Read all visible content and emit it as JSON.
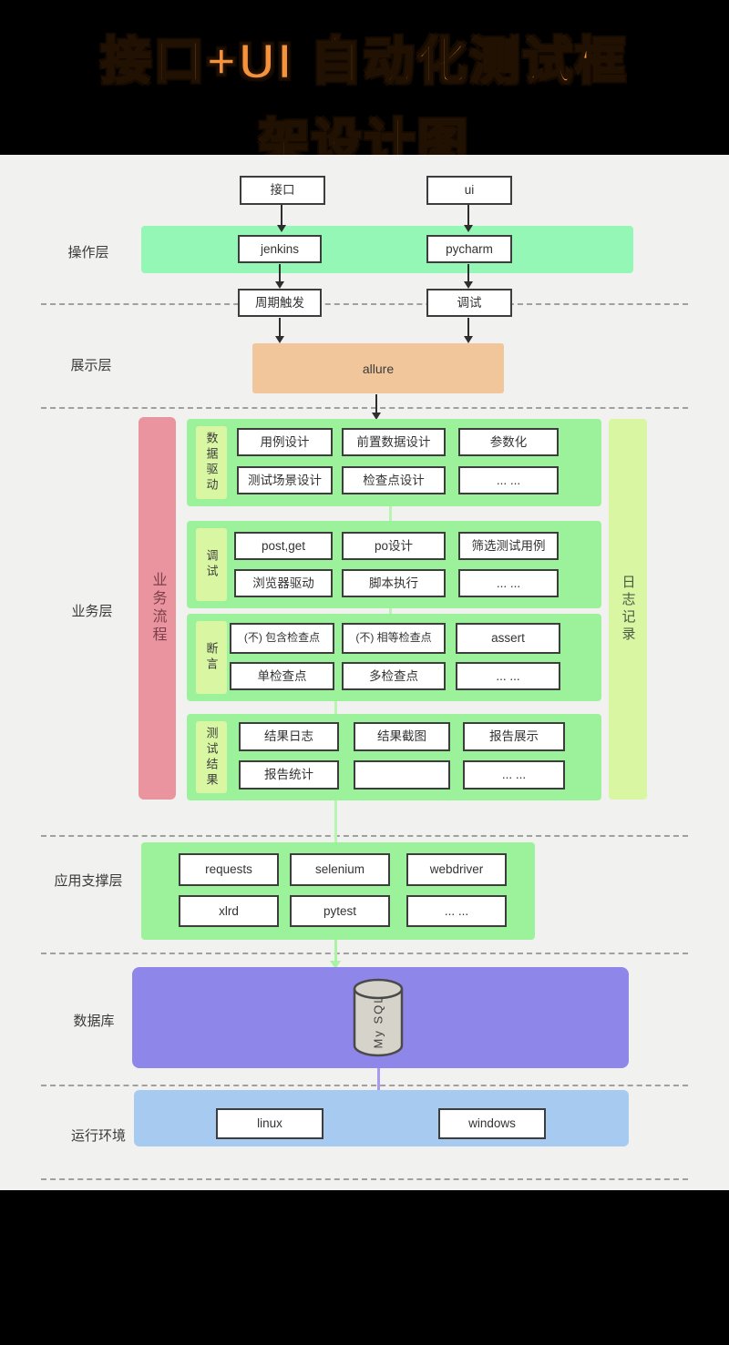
{
  "title": {
    "line1": "接口+UI 自动化测试框",
    "line2": "架设计图"
  },
  "colors": {
    "title_orange": "#f5923c",
    "operation_green": "#94f7b5",
    "group_green": "#9bf29b",
    "chip_green": "#d9f7a3",
    "flow_pink": "#e9949f",
    "allure_tan": "#f2c69b",
    "database_purple": "#8e86e9",
    "runtime_blue": "#a6caf0"
  },
  "operation": {
    "label": "操作层",
    "sources": [
      "接口",
      "ui"
    ],
    "tools": [
      "jenkins",
      "pycharm"
    ],
    "triggers": [
      "周期触发",
      "调试"
    ]
  },
  "display": {
    "label": "展示层",
    "box": "allure"
  },
  "business": {
    "label": "业务层",
    "flow_bar": "业务流程",
    "log_bar": "日志记录",
    "groups": [
      {
        "name": "数据驱动",
        "row1": [
          "用例设计",
          "前置数据设计",
          "参数化"
        ],
        "row2": [
          "测试场景设计",
          "检查点设计",
          "... ..."
        ]
      },
      {
        "name": "调试",
        "row1": [
          "post,get",
          "po设计",
          "筛选测试用例"
        ],
        "row2": [
          "浏览器驱动",
          "脚本执行",
          "... ..."
        ]
      },
      {
        "name": "断言",
        "row1": [
          "(不) 包含检查点",
          "(不) 相等检查点",
          "assert"
        ],
        "row2": [
          "单检查点",
          "多检查点",
          "... ..."
        ]
      },
      {
        "name": "测试结果",
        "row1": [
          "结果日志",
          "结果截图",
          "报告展示"
        ],
        "row2": [
          "报告统计",
          "",
          "... ..."
        ]
      }
    ]
  },
  "support": {
    "label": "应用支撑层",
    "row1": [
      "requests",
      "selenium",
      "webdriver"
    ],
    "row2": [
      "xlrd",
      "pytest",
      "... ..."
    ]
  },
  "database": {
    "label": "数据库",
    "db_name": "My SQL"
  },
  "runtime": {
    "label": "运行环境",
    "items": [
      "linux",
      "windows"
    ]
  }
}
